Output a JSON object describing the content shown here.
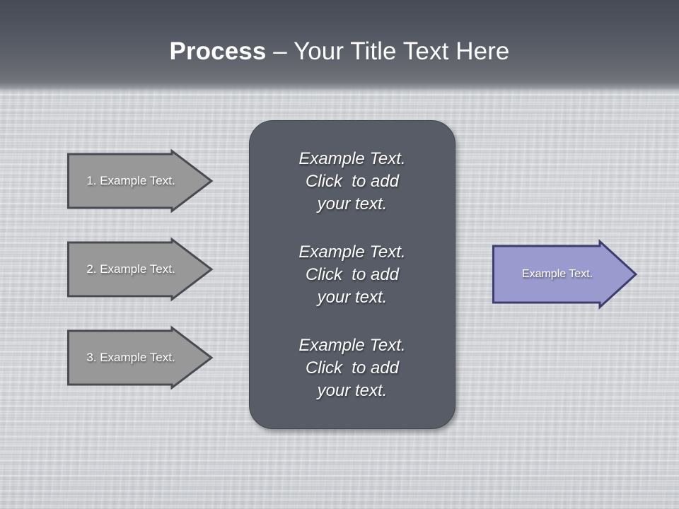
{
  "slide": {
    "title_strong": "Process",
    "title_rest": " – Your Title Text Here"
  },
  "steps": [
    {
      "label": "1. Example Text."
    },
    {
      "label": "2. Example Text."
    },
    {
      "label": "3. Example Text."
    }
  ],
  "center": {
    "blocks": [
      {
        "line1": "Example Text.",
        "line2": "Click  to add",
        "line3": "your text."
      },
      {
        "line1": "Example Text.",
        "line2": "Click  to add",
        "line3": "your text."
      },
      {
        "line1": "Example Text.",
        "line2": "Click  to add",
        "line3": "your text."
      }
    ]
  },
  "result": {
    "label": "Example Text."
  },
  "colors": {
    "header_top": "#474b55",
    "header_bottom": "#73767d",
    "background": "#cfd2d6",
    "step_arrow_fill": "#989898",
    "step_arrow_stroke": "#4a4a52",
    "center_panel_fill": "#585c66",
    "center_panel_stroke": "#3f434c",
    "result_arrow_fill": "#9a9ace",
    "result_arrow_stroke": "#3d3d6e",
    "text_light": "#ffffff"
  }
}
